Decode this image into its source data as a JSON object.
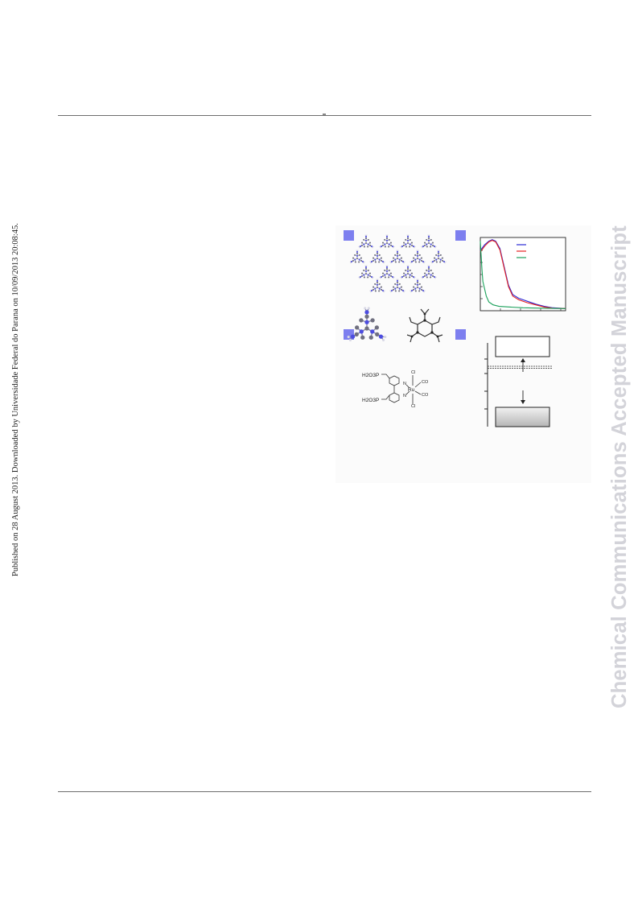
{
  "side_note": "Published on 28 August 2013. Downloaded by Universidade Federal do Parana on 10/09/2013 20:08:45.",
  "watermark": "Chemical Communications Accepted Manuscript",
  "figure": {
    "complex_labels": {
      "ligand_top": "H2O3P",
      "ligand_bottom": "H2O3P",
      "metal": "Ru",
      "n_top": "N",
      "n_bottom": "N",
      "cl_top": "Cl",
      "cl_bottom": "Cl",
      "co_top": "CO",
      "co_bottom": "CO"
    },
    "legend_colors": [
      "#2b2bd6",
      "#e52020",
      "#1aa05a"
    ]
  },
  "chart_data": {
    "type": "line",
    "title": "",
    "xlabel": "",
    "ylabel": "",
    "series": [
      {
        "color": "#2b2bd6",
        "values": [
          [
            0,
            0.82
          ],
          [
            5,
            0.9
          ],
          [
            10,
            0.95
          ],
          [
            14,
            0.97
          ],
          [
            18,
            0.95
          ],
          [
            23,
            0.85
          ],
          [
            28,
            0.6
          ],
          [
            33,
            0.35
          ],
          [
            38,
            0.22
          ],
          [
            45,
            0.17
          ],
          [
            55,
            0.13
          ],
          [
            65,
            0.09
          ],
          [
            75,
            0.06
          ],
          [
            85,
            0.04
          ],
          [
            100,
            0.03
          ]
        ]
      },
      {
        "color": "#e52020",
        "values": [
          [
            0,
            0.8
          ],
          [
            5,
            0.88
          ],
          [
            10,
            0.94
          ],
          [
            14,
            0.96
          ],
          [
            18,
            0.94
          ],
          [
            23,
            0.83
          ],
          [
            28,
            0.58
          ],
          [
            33,
            0.33
          ],
          [
            38,
            0.2
          ],
          [
            45,
            0.15
          ],
          [
            55,
            0.11
          ],
          [
            65,
            0.08
          ],
          [
            75,
            0.05
          ],
          [
            85,
            0.035
          ],
          [
            100,
            0.03
          ]
        ]
      },
      {
        "color": "#1aa05a",
        "values": [
          [
            0,
            0.95
          ],
          [
            1,
            0.75
          ],
          [
            2,
            0.55
          ],
          [
            3,
            0.4
          ],
          [
            5,
            0.3
          ],
          [
            7,
            0.2
          ],
          [
            10,
            0.12
          ],
          [
            15,
            0.08
          ],
          [
            22,
            0.06
          ],
          [
            35,
            0.05
          ],
          [
            50,
            0.04
          ],
          [
            70,
            0.035
          ],
          [
            100,
            0.03
          ]
        ]
      }
    ]
  }
}
